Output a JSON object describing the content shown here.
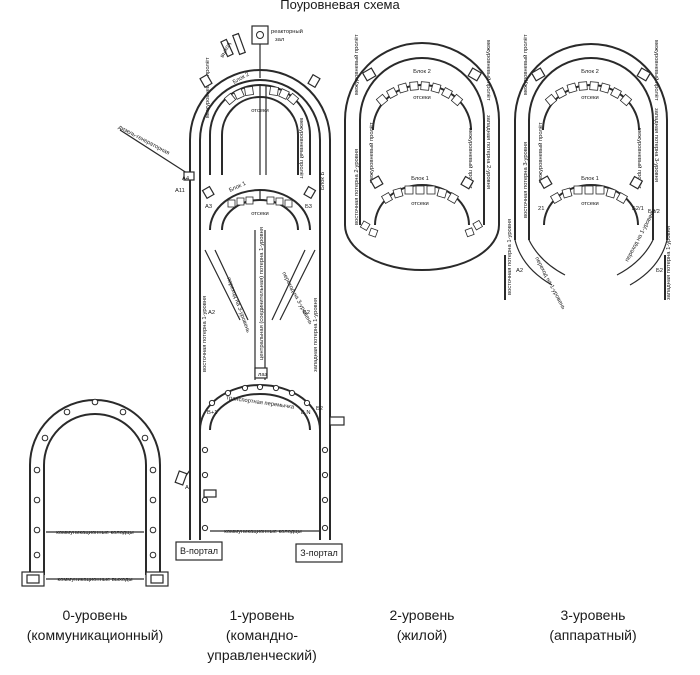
{
  "title": "Поуровневая схема",
  "labels": {
    "reactor_hall": "реакторный зал",
    "interspan": "межуровневый пролёт",
    "block2": "Блок 2",
    "block1": "Блок 1",
    "block6": "Блок Б",
    "compartments": "отсеки",
    "diesel_room": "дизель-генераторная",
    "central_tunnel": "центральная (соединительная) потерна 1-уровня",
    "east_tunnel_1": "восточная потерна 1-уровня",
    "west_tunnel_1": "западная потерна 1-уровня",
    "to_level3": "переход на 3-уровень",
    "to_level3_b": "переход на 3-уровень",
    "hatch": "лаз",
    "transport_bridge": "транспортная перемычка",
    "comm_wells_1": "коммуникационные колодцы",
    "comm_wells_0": "коммуникационные колодцы",
    "comm_exits": "коммуникационные выходы",
    "east_tunnel_2": "восточная потерна 2-уровня",
    "west_tunnel_2": "западная потерна 2-уровня",
    "east_tunnel_3": "восточная потерна 3-уровня",
    "west_tunnel_3": "западная потерна 3-уровня",
    "east_tunnel_1_l3": "восточная потерна 1-уровня",
    "west_tunnel_1_l3": "западная потерна 1-уровня",
    "to_level1_a": "переход на 1-уровень",
    "to_level1_b": "переход на 1-уровень"
  },
  "markers": {
    "a4": "А4",
    "a11": "А11",
    "a3": "А3",
    "b3": "Б3",
    "a2": "А2",
    "b2": "Б2",
    "b_plus_1": "В+1",
    "b_n": "Б N",
    "b2_lower": "Б2",
    "a": "А",
    "l3_21": "21",
    "l3_b2_1": "Б2/1",
    "l3_a2": "А2",
    "l3_b2_2": "Б2/2",
    "l3_b2": "Б2"
  },
  "portals": {
    "b_portal": "В-портал",
    "z_portal": "З-портал"
  },
  "levels": [
    {
      "name": "0-уровень",
      "subtitle": "(коммуникационный)"
    },
    {
      "name": "1-уровень",
      "subtitle_1": "(командно-",
      "subtitle_2": "управленческий)"
    },
    {
      "name": "2-уровень",
      "subtitle": "(жилой)"
    },
    {
      "name": "3-уровень",
      "subtitle": "(аппаратный)"
    }
  ]
}
